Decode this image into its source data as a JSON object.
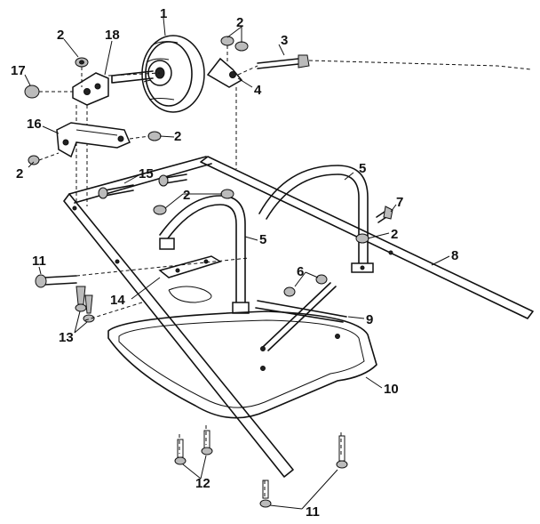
{
  "part_labels": {
    "p1": "1",
    "p2_a": "2",
    "p2_b": "2",
    "p2_c": "2",
    "p2_d": "2",
    "p2_e": "2",
    "p2_f": "2",
    "p3": "3",
    "p4": "4",
    "p5_a": "5",
    "p5_b": "5",
    "p6": "6",
    "p7": "7",
    "p8": "8",
    "p9": "9",
    "p10": "10",
    "p11_a": "11",
    "p11_b": "11",
    "p12": "12",
    "p13": "13",
    "p14": "14",
    "p15": "15",
    "p16": "16",
    "p17": "17",
    "p18": "18"
  },
  "colors": {
    "ink": "#111111",
    "paper": "#ffffff"
  }
}
